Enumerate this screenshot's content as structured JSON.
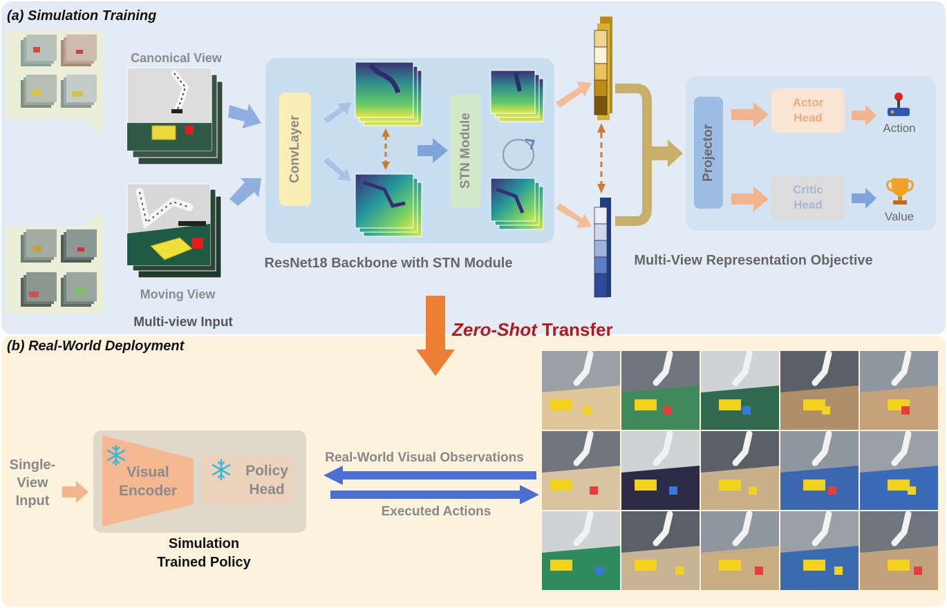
{
  "panel_a": {
    "title": "(a) Simulation Training",
    "canonical_view": "Canonical View",
    "moving_view": "Moving View",
    "multiview_input": "Multi-view Input",
    "convlayer": "ConvLayer",
    "stn_module": "STN Module",
    "backbone_label": "ResNet18 Backbone with STN Module",
    "projector": "Projector",
    "actor_head": "Actor\nHead",
    "critic_head": "Critic\nHead",
    "action": "Action",
    "value": "Value",
    "objective_label": "Multi-View Representation Objective"
  },
  "transfer": {
    "italic": "Zero-Shot",
    "plain": "Transfer"
  },
  "panel_b": {
    "title": "(b) Real-World Deployment",
    "single_view_input": "Single-\nView\nInput",
    "visual_encoder": "Visual\nEncoder",
    "policy_head": "Policy\nHead",
    "policy_caption": "Simulation\nTrained Policy",
    "observations": "Real-World Visual Observations",
    "executed_actions": "Executed Actions"
  },
  "colors": {
    "panel_a_bg": "#e3ecf6",
    "panel_b_bg": "#fdf2dc",
    "transfer_red": "#b01c1c",
    "arrow_blue": "#8fb0de",
    "arrow_orange": "#f0b58c",
    "deploy_arrow": "#4a6fd0"
  }
}
